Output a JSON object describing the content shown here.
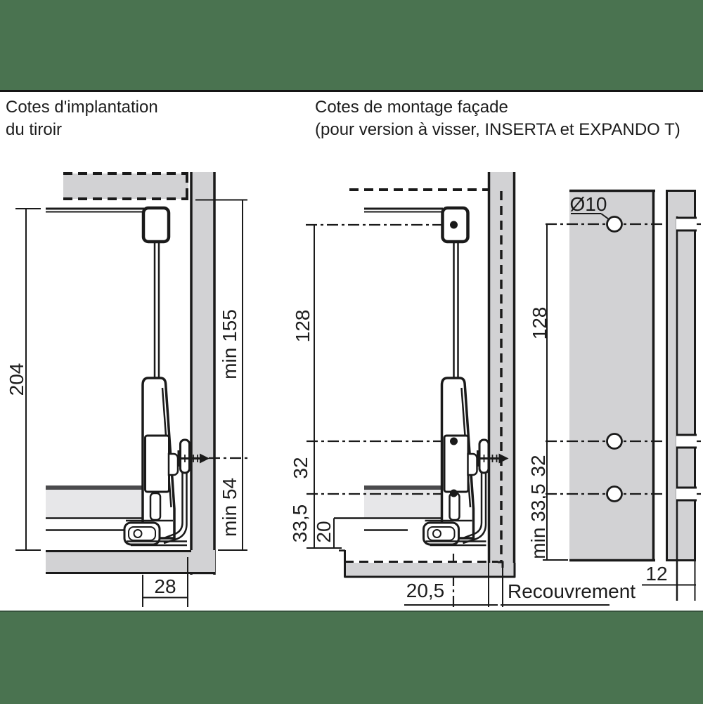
{
  "titles": {
    "left_line1": "Cotes d'implantation",
    "left_line2": "du tiroir",
    "right_line1": "Cotes de montage façade",
    "right_line2": "(pour version à visser, INSERTA et EXPANDO T)"
  },
  "dimensions": {
    "implantation": {
      "total_height": "204",
      "min_top": "min 155",
      "min_bottom": "min 54",
      "bottom_depth": "28"
    },
    "montage": {
      "upper": "128",
      "middle": "32",
      "lower": "33,5",
      "bottom_inset": "20",
      "front_offset": "20,5",
      "overlay": "Recouvrement"
    },
    "facade": {
      "hole_diameter": "Ø10",
      "upper": "128",
      "middle": "32",
      "lower": "min 33,5",
      "thickness": "12"
    }
  },
  "colors": {
    "background_band": "#4A7350",
    "panel_gray": "#d2d2d4",
    "drawer_bottom_gray": "#e7e7e9",
    "line": "#1a1a1a"
  }
}
